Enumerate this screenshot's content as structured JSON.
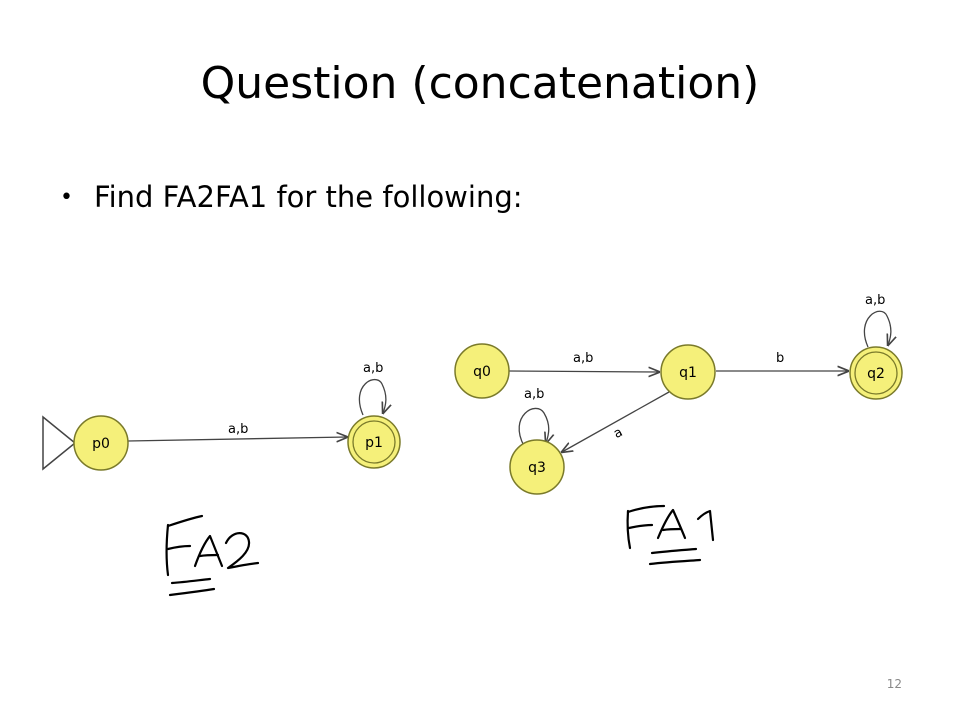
{
  "slide": {
    "title": "Question (concatenation)",
    "bullet": "Find FA2FA1 for the following:",
    "page_number": "12"
  },
  "colors": {
    "state_fill": "#f5f07a",
    "state_stroke": "#7a7a2a"
  },
  "fa2": {
    "states": [
      {
        "id": "p0",
        "initial": true,
        "accepting": false
      },
      {
        "id": "p1",
        "initial": false,
        "accepting": true
      }
    ],
    "transitions": [
      {
        "from": "p0",
        "to": "p1",
        "label": "a,b"
      },
      {
        "from": "p1",
        "to": "p1",
        "label": "a,b"
      }
    ],
    "handwritten_label": "FA2"
  },
  "fa1": {
    "states": [
      {
        "id": "q0",
        "initial": false,
        "accepting": false
      },
      {
        "id": "q1",
        "initial": false,
        "accepting": false
      },
      {
        "id": "q2",
        "initial": false,
        "accepting": true
      },
      {
        "id": "q3",
        "initial": false,
        "accepting": false
      }
    ],
    "transitions": [
      {
        "from": "q0",
        "to": "q1",
        "label": "a,b"
      },
      {
        "from": "q1",
        "to": "q2",
        "label": "b"
      },
      {
        "from": "q2",
        "to": "q2",
        "label": "a,b"
      },
      {
        "from": "q1",
        "to": "q3",
        "label": "a"
      },
      {
        "from": "q3",
        "to": "q3",
        "label": "a,b"
      }
    ],
    "handwritten_label": "FA1"
  }
}
